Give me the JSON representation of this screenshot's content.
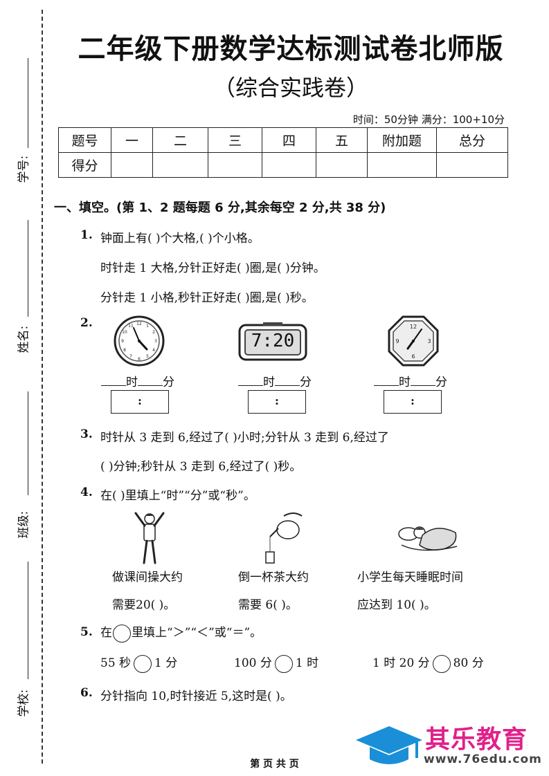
{
  "header": {
    "title": "二年级下册数学达标测试卷北师版",
    "subtitle": "（综合实践卷）",
    "time_info": "时间：50分钟  满分：100+10分"
  },
  "side_labels": [
    "学号:",
    "姓名:",
    "班级:",
    "学校:"
  ],
  "score_table": {
    "row1": [
      "题号",
      "一",
      "二",
      "三",
      "四",
      "五",
      "附加题",
      "总分"
    ],
    "row2_label": "得分"
  },
  "section1": {
    "title": "一、填空。(第 1、2 题每题 6 分,其余每空 2 分,共 38 分)",
    "q1": {
      "num": "1.",
      "line1": "钟面上有(      )个大格,(      )个小格。",
      "line2": "时针走 1 大格,分针正好走(      )圈,是(      )分钟。",
      "line3": "分针走 1 小格,秒针正好走(      )圈,是(      )秒。"
    },
    "q2": {
      "num": "2.",
      "digital_display": "7:20",
      "hour_label": "时",
      "minute_label": "分",
      "colon": ":"
    },
    "q3": {
      "num": "3.",
      "line1": "时针从 3 走到 6,经过了(      )小时;分针从 3 走到 6,经过了",
      "line2": "(      )分钟;秒针从 3 走到 6,经过了(      )秒。"
    },
    "q4": {
      "num": "4.",
      "line1": "在(      )里填上“时”“分”或“秒”。",
      "items": [
        {
          "a": "做课间操大约",
          "b": "需要20(      )。"
        },
        {
          "a": "倒一杯茶大约",
          "b": "需要 6(      )。"
        },
        {
          "a": "小学生每天睡眠时间",
          "b": "应达到 10(      )。"
        }
      ]
    },
    "q5": {
      "num": "5.",
      "prefix": "在",
      "suffix": "里填上“＞”“＜”或“＝”。",
      "comparisons": [
        {
          "left": "55 秒",
          "right": "1 分"
        },
        {
          "left": "100 分",
          "right": "1 时"
        },
        {
          "left": "1 时 20 分",
          "right": "80 分"
        }
      ]
    },
    "q6": {
      "num": "6.",
      "line1": "分针指向 10,时针接近 5,这时是(                )。"
    }
  },
  "footer": "第  页  共  页",
  "logo": {
    "brand": "其乐教育",
    "url": "www.76edu.com",
    "color": "#e0218a",
    "cap_color": "#1a8fd8"
  }
}
